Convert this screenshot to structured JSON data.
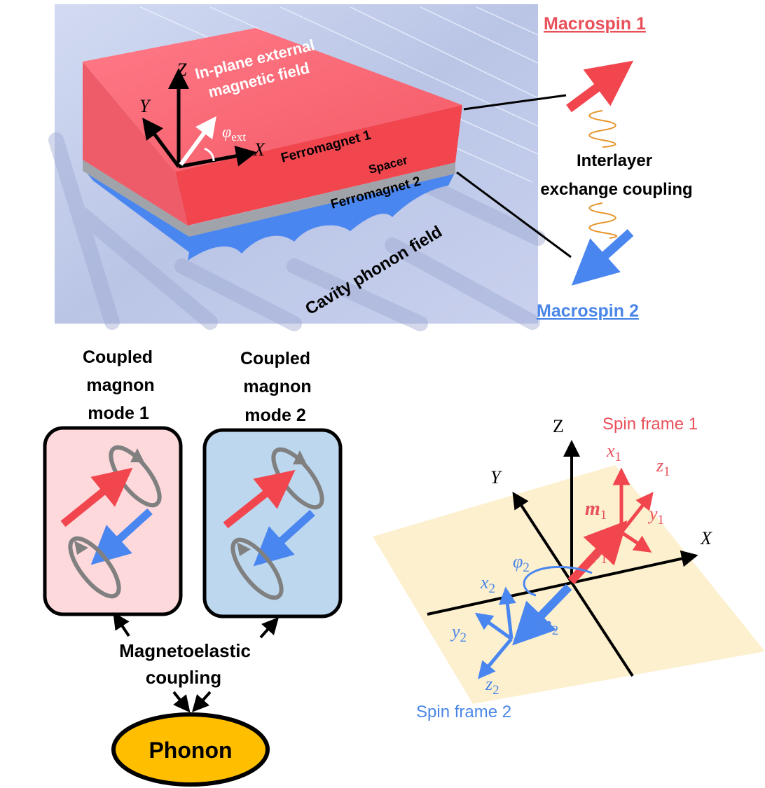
{
  "colors": {
    "red": "#f2464f",
    "red_text": "#e8505a",
    "blue": "#4a86f0",
    "blue_text": "#4a86e8",
    "gray_layer": "#a0a4aa",
    "spring": "#e8962e",
    "pink_box": "#fdd9dc",
    "blue_box": "#bdd7ee",
    "phonon_fill": "#ffbf00",
    "plane": "#fdf0cf"
  },
  "top_panel": {
    "field_label_line1": "In-plane external",
    "field_label_line2": "magnetic field",
    "axis_z": "Z",
    "axis_y": "Y",
    "axis_x": "X",
    "phi_ext": "φ",
    "phi_ext_sub": "ext",
    "layer_ferromagnet1": "Ferromagnet 1",
    "layer_spacer": "Spacer",
    "layer_ferromagnet2": "Ferromagnet 2",
    "cavity_label": "Cavity phonon field",
    "macrospin1": "Macrospin 1",
    "macrospin2": "Macrospin 2",
    "coupling_line1": "Interlayer",
    "coupling_line2": "exchange coupling"
  },
  "bottom_left": {
    "mode1": [
      "Coupled",
      "magnon",
      "mode 1"
    ],
    "mode2": [
      "Coupled",
      "magnon",
      "mode 2"
    ],
    "magnetoelastic_line1": "Magnetoelastic",
    "magnetoelastic_line2": "coupling",
    "phonon": "Phonon"
  },
  "bottom_right": {
    "axis_z": "Z",
    "axis_y": "Y",
    "axis_x": "X",
    "spin_frame1": "Spin frame 1",
    "spin_frame2": "Spin frame 2",
    "x1": "x",
    "x1_sub": "1",
    "y1": "y",
    "y1_sub": "1",
    "z1": "z",
    "z1_sub": "1",
    "m1": "m",
    "m1_sub": "1",
    "phi1": "φ",
    "phi1_sub": "1",
    "x2": "x",
    "x2_sub": "2",
    "y2": "y",
    "y2_sub": "2",
    "z2": "z",
    "z2_sub": "2",
    "m2": "m",
    "m2_sub": "2",
    "phi2": "φ",
    "phi2_sub": "2"
  }
}
